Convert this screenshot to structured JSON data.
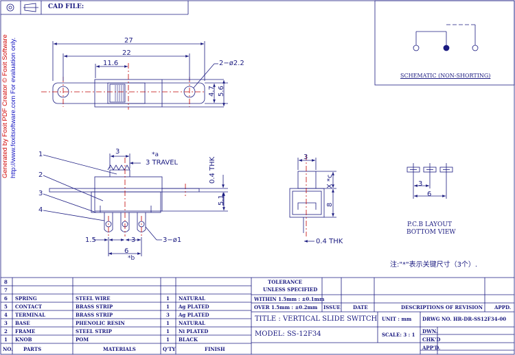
{
  "header": {
    "cad_file_label": "CAD FILE:"
  },
  "watermark": {
    "line1": "Generated by Foxit PDF Creator © Foxit Software",
    "line2": "http://www.foxitsoftware.com   For evaluation only."
  },
  "top_view": {
    "dim_overall": "27",
    "dim_holes": "22",
    "dim_knob_offset": "11.6",
    "dim_hole_dia": "2−ø2.2",
    "dim_height_inner": "4.7",
    "dim_height_outer": "5.6"
  },
  "side_view": {
    "dim_knob_width": "3",
    "travel": "3 TRAVEL",
    "star_a": "*a",
    "thk": "0.4 THK",
    "height": "5.1",
    "pin_offset": "1.5",
    "pin_pitch": "3",
    "pin_dia": "3−ø1",
    "dim_b": "6",
    "star_b": "*b",
    "labels": [
      "1",
      "2",
      "3",
      "4"
    ]
  },
  "end_view": {
    "dim_top": "3",
    "xc": "X *c",
    "height": "8",
    "thk": "0.4 THK"
  },
  "schematic": {
    "label": "SCHEMATIC (NON-SHORTING)"
  },
  "pcb": {
    "dim_pitch": "3",
    "dim_total": "6",
    "label1": "P.C.B LAYOUT",
    "label2": "BOTTOM VIEW"
  },
  "note": "注:\"*\"表示关键尺寸（3个）.",
  "parts": {
    "rows": [
      {
        "no": "8",
        "part": "",
        "material": "",
        "qty": "",
        "finish": ""
      },
      {
        "no": "7",
        "part": "",
        "material": "",
        "qty": "",
        "finish": ""
      },
      {
        "no": "6",
        "part": "SPRING",
        "material": "STEEL WIRE",
        "qty": "1",
        "finish": "NATURAL"
      },
      {
        "no": "5",
        "part": "CONTACT",
        "material": "BRASS STRIP",
        "qty": "1",
        "finish": "Ag PLATED"
      },
      {
        "no": "4",
        "part": "TERMINAL",
        "material": "BRASS STRIP",
        "qty": "3",
        "finish": "Ag PLATED"
      },
      {
        "no": "3",
        "part": "BASE",
        "material": "PHENOLIC RESIN",
        "qty": "1",
        "finish": "NATURAL"
      },
      {
        "no": "2",
        "part": "FRAME",
        "material": "STEEL STRIP",
        "qty": "1",
        "finish": "Ni PLATED"
      },
      {
        "no": "1",
        "part": "KNOB",
        "material": "POM",
        "qty": "1",
        "finish": "BLACK"
      }
    ],
    "header": {
      "no": "NO.",
      "part": "PARTS",
      "material": "MATERIALS",
      "qty": "Q'TY",
      "finish": "FINISH"
    }
  },
  "titleblock": {
    "tolerance": "TOLERANCE",
    "unless": "UNLESS   SPECIFIED",
    "within": "WITHIN 1.5mm : ±0.1mm",
    "over": "OVER   1.5mm : ±0.2mm",
    "issue": "ISSUE",
    "date": "DATE",
    "descriptions": "DESCRIPTIONS OF REVISION",
    "appd": "APPD.",
    "title": "TITLE :  VERTICAL SLIDE SWITCH",
    "unit": "UNIT :  mm",
    "drwg": "DRWG NO.  HR-DR-SS12F34-00",
    "model": "MODEL:   SS-12F34",
    "scale": "SCALE:  3 : 1",
    "dwn": "DWN.",
    "chkd": "CHK'D",
    "appd2": "APP'D."
  }
}
